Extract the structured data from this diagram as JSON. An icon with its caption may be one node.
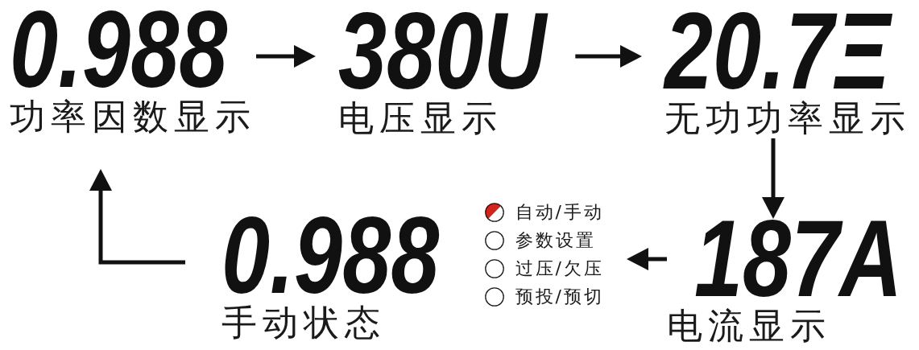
{
  "diagram": {
    "nodes": [
      {
        "text": [
          "0.988",
          "功率因数显示"
        ]
      },
      {
        "text": [
          "380U",
          "电压显示"
        ]
      },
      {
        "text": [
          "20.7Ξ",
          "无功功率显示"
        ]
      },
      {
        "text": [
          "187A",
          "电流显示"
        ]
      },
      {
        "text": [
          "0.988",
          "手动状态"
        ],
        "beside": [
          "自动/手动",
          "参数设置",
          "过压/欠压",
          "预投/预切"
        ]
      }
    ],
    "edges": [
      {
        "from": 0,
        "to": 1,
        "arrow": "to"
      },
      {
        "from": 1,
        "to": 2,
        "arrow": "to"
      },
      {
        "from": 2,
        "to": 3,
        "arrow": "to"
      },
      {
        "from": 3,
        "to": 4,
        "arrow": "to"
      },
      {
        "from": 4,
        "to": 0,
        "arrow": "to"
      }
    ]
  }
}
